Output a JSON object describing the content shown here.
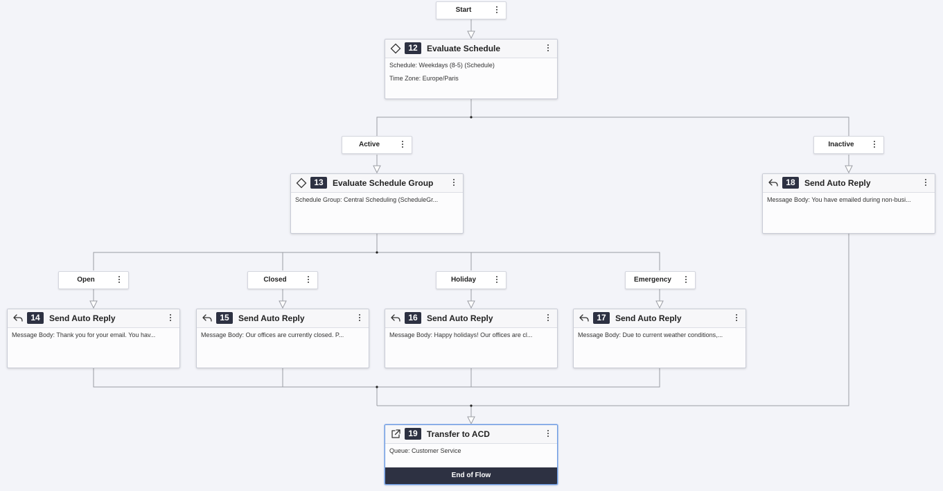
{
  "start": {
    "label": "Start"
  },
  "evaluate_schedule": {
    "num": "12",
    "title": "Evaluate Schedule",
    "icon": "diamond-icon",
    "lines": [
      "Schedule: Weekdays (8-5) (Schedule)",
      "Time Zone: Europe/Paris"
    ]
  },
  "branches_top": {
    "active": "Active",
    "inactive": "Inactive"
  },
  "evaluate_schedule_group": {
    "num": "13",
    "title": "Evaluate Schedule Group",
    "icon": "diamond-icon",
    "lines": [
      "Schedule Group: Central Scheduling (ScheduleGr..."
    ]
  },
  "branches_group": {
    "open": "Open",
    "closed": "Closed",
    "holiday": "Holiday",
    "emergency": "Emergency"
  },
  "auto_replies": [
    {
      "num": "14",
      "title": "Send Auto Reply",
      "icon": "reply-icon",
      "body": "Message Body: Thank you for your email. You hav..."
    },
    {
      "num": "15",
      "title": "Send Auto Reply",
      "icon": "reply-icon",
      "body": "Message Body: Our offices are currently closed. P..."
    },
    {
      "num": "16",
      "title": "Send Auto Reply",
      "icon": "reply-icon",
      "body": "Message Body: Happy holidays! Our offices are cl..."
    },
    {
      "num": "17",
      "title": "Send Auto Reply",
      "icon": "reply-icon",
      "body": "Message Body: Due to current weather conditions,..."
    },
    {
      "num": "18",
      "title": "Send Auto Reply",
      "icon": "reply-icon",
      "body": "Message Body: You have emailed during non-busi..."
    }
  ],
  "transfer": {
    "num": "19",
    "title": "Transfer to ACD",
    "icon": "external-link-icon",
    "line": "Queue: Customer Service",
    "footer": "End of Flow"
  },
  "colors": {
    "canvas": "#f3f4f9",
    "badge": "#2d3142",
    "wire": "#9a9ca3",
    "selected_border": "#6f9be0"
  }
}
